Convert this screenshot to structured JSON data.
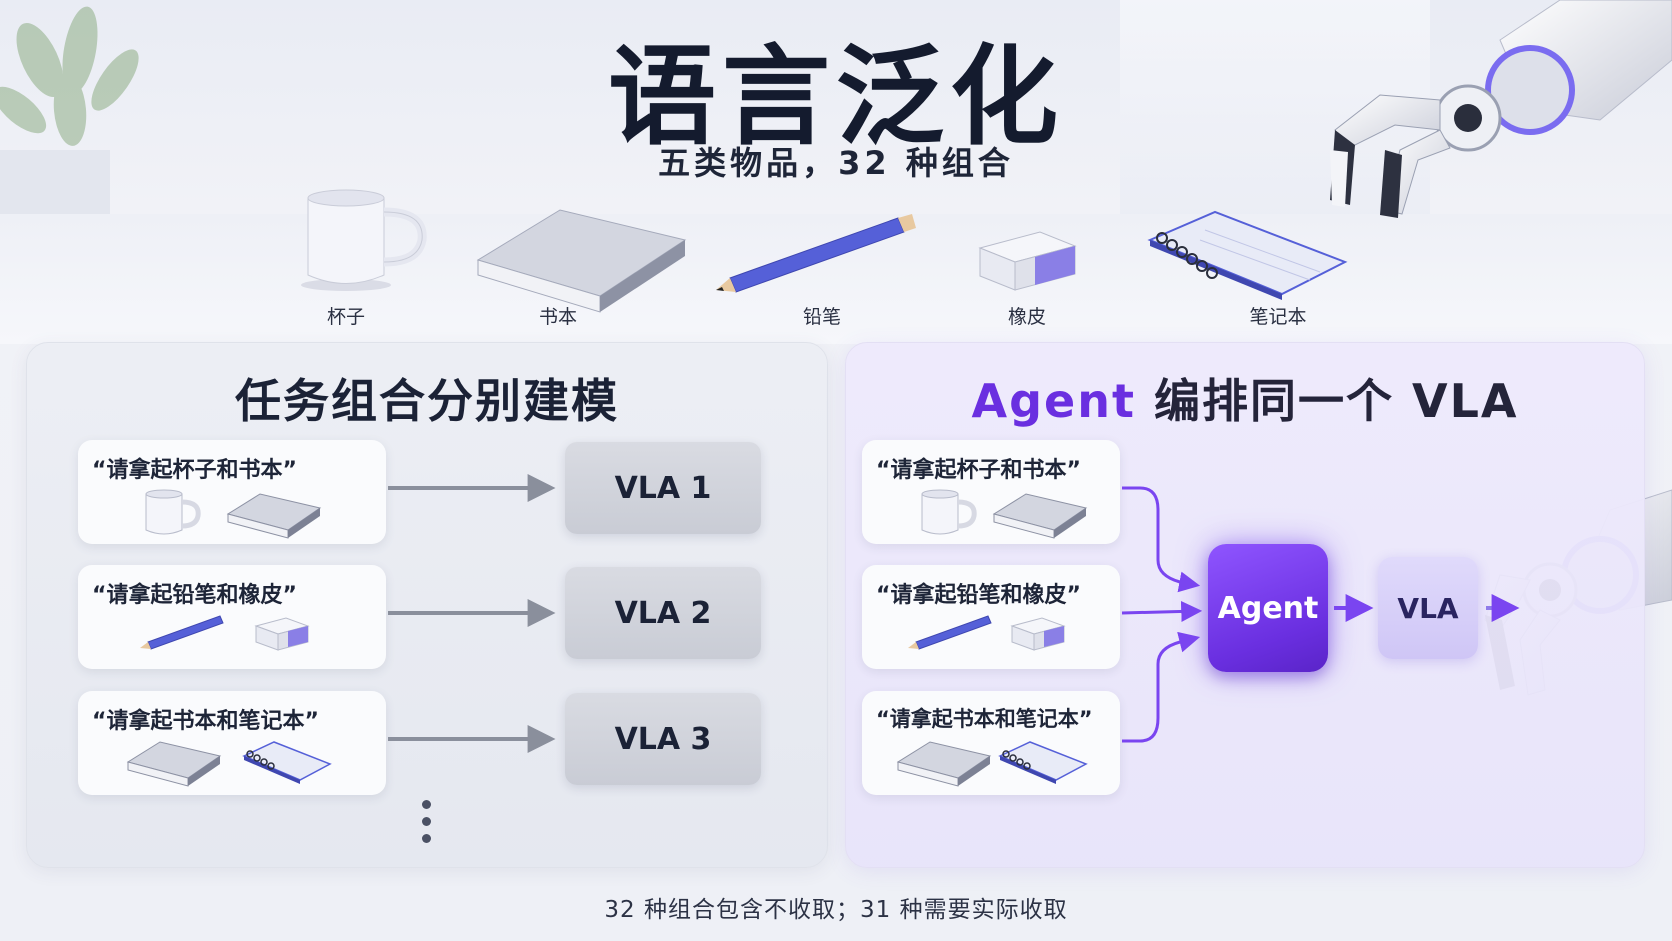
{
  "title": "语言泛化",
  "subtitle": "五类物品，32 种组合",
  "items": [
    {
      "icon": "mug-icon",
      "label": "杯子"
    },
    {
      "icon": "book-icon",
      "label": "书本"
    },
    {
      "icon": "pencil-icon",
      "label": "铅笔"
    },
    {
      "icon": "eraser-icon",
      "label": "橡皮"
    },
    {
      "icon": "notebook-icon",
      "label": "笔记本"
    }
  ],
  "left_panel": {
    "title": "任务组合分别建模",
    "prompts": [
      {
        "text": "“请拿起杯子和书本”",
        "icons": [
          "mug-icon",
          "book-icon"
        ]
      },
      {
        "text": "“请拿起铅笔和橡皮”",
        "icons": [
          "pencil-icon",
          "eraser-icon"
        ]
      },
      {
        "text": "“请拿起书本和笔记本”",
        "icons": [
          "book-icon",
          "notebook-icon"
        ]
      }
    ],
    "models": [
      "VLA 1",
      "VLA 2",
      "VLA 3"
    ]
  },
  "right_panel": {
    "title_accent": "Agent",
    "title_rest": " 编排同一个 VLA",
    "prompts": [
      {
        "text": "“请拿起杯子和书本”",
        "icons": [
          "mug-icon",
          "book-icon"
        ]
      },
      {
        "text": "“请拿起铅笔和橡皮”",
        "icons": [
          "pencil-icon",
          "eraser-icon"
        ]
      },
      {
        "text": "“请拿起书本和笔记本”",
        "icons": [
          "book-icon",
          "notebook-icon"
        ]
      }
    ],
    "agent_label": "Agent",
    "vla_label": "VLA"
  },
  "footer": "32 种组合包含不收取；31 种需要实际收取",
  "colors": {
    "accent": "#6a2fe0",
    "arrow_gray": "#8a8f9c",
    "arrow_purple": "#7a45f0",
    "pencil": "#5560d8",
    "eraser": "#8a7fe6"
  }
}
